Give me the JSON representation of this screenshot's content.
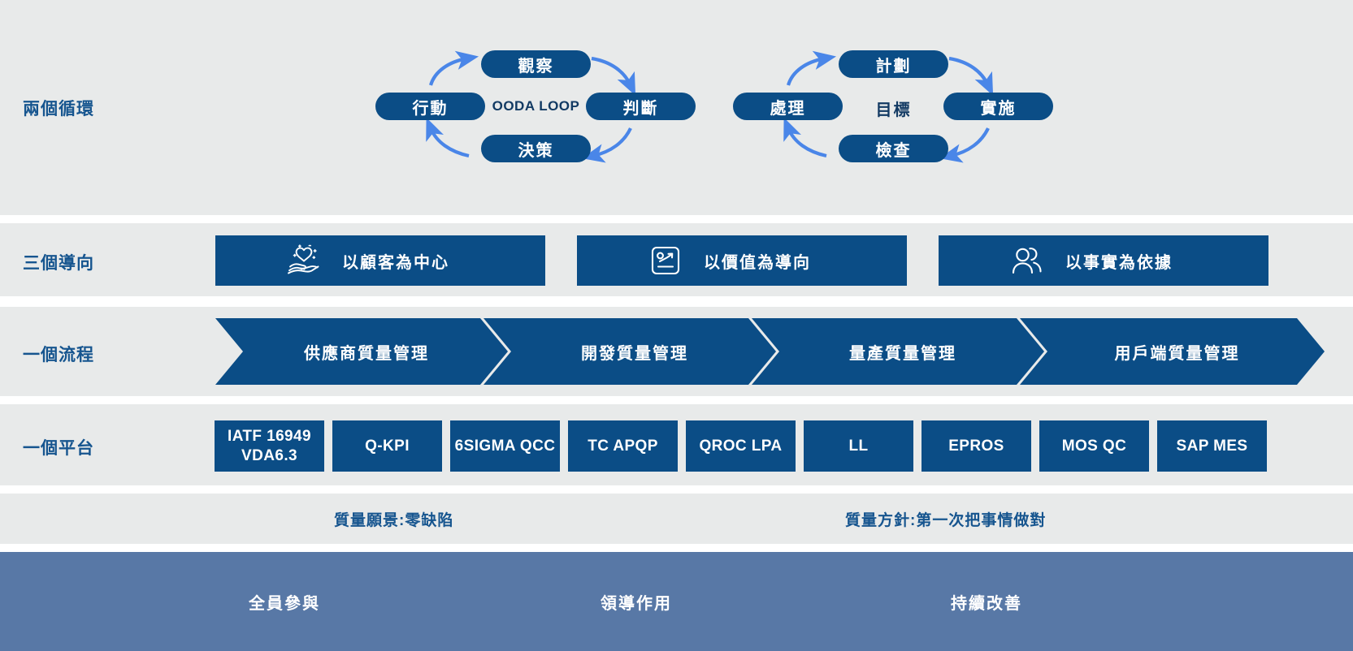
{
  "colors": {
    "band_bg": "#e8eaea",
    "primary_blue": "#0b4d86",
    "label_blue": "#16558f",
    "arrow_blue": "#4a86e8",
    "footer_bg": "#5878a6",
    "page_bg": "#ffffff"
  },
  "rows": {
    "cycles": {
      "label": "兩個循環"
    },
    "orientations": {
      "label": "三個導向"
    },
    "process": {
      "label": "一個流程"
    },
    "platform": {
      "label": "一個平台"
    }
  },
  "cycles": {
    "ooda": {
      "center": "OODA LOOP",
      "top": "觀察",
      "right": "判斷",
      "bottom": "決策",
      "left": "行動"
    },
    "pdca": {
      "center": "目標",
      "top": "計劃",
      "right": "實施",
      "bottom": "檢查",
      "left": "處理"
    }
  },
  "orientations": [
    {
      "icon": "hand-heart-icon",
      "label": "以顧客為中心"
    },
    {
      "icon": "value-chart-icon",
      "label": "以價值為導向"
    },
    {
      "icon": "people-icon",
      "label": "以事實為依據"
    }
  ],
  "process": [
    {
      "label": "供應商質量管理"
    },
    {
      "label": "開發質量管理"
    },
    {
      "label": "量產質量管理"
    },
    {
      "label": "用戶端質量管理"
    }
  ],
  "platform": [
    {
      "line1": "IATF 16949",
      "line2": "VDA6.3"
    },
    {
      "line1": "Q-KPI",
      "line2": ""
    },
    {
      "line1": "6SIGMA QCC",
      "line2": ""
    },
    {
      "line1": "TC APQP",
      "line2": ""
    },
    {
      "line1": "QROC LPA",
      "line2": ""
    },
    {
      "line1": "LL",
      "line2": ""
    },
    {
      "line1": "EPROS",
      "line2": ""
    },
    {
      "line1": "MOS QC",
      "line2": ""
    },
    {
      "line1": "SAP MES",
      "line2": ""
    }
  ],
  "statements": {
    "vision": "質量願景:零缺陷",
    "policy": "質量方針:第一次把事情做對"
  },
  "footer": [
    {
      "label": "全員參與"
    },
    {
      "label": "領導作用"
    },
    {
      "label": "持續改善"
    }
  ]
}
